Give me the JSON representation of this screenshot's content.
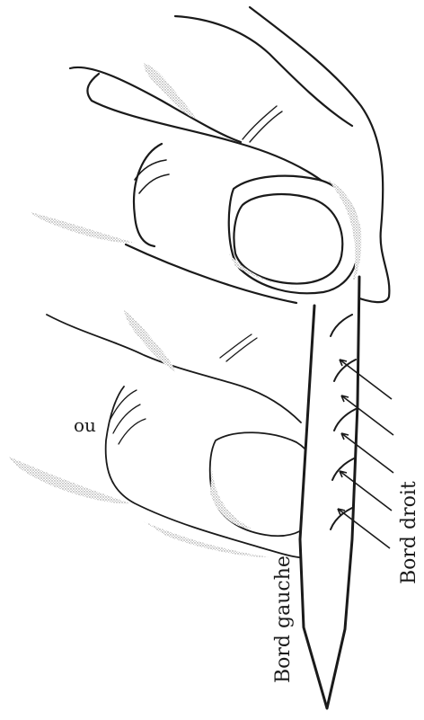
{
  "labels": {
    "alternative": "ou",
    "right_edge": "Bord droit",
    "left_edge": "Bord gauche"
  },
  "colors": {
    "ink": "#1a1a1a",
    "shade": "#9a9a9a",
    "paper": "#ffffff"
  }
}
